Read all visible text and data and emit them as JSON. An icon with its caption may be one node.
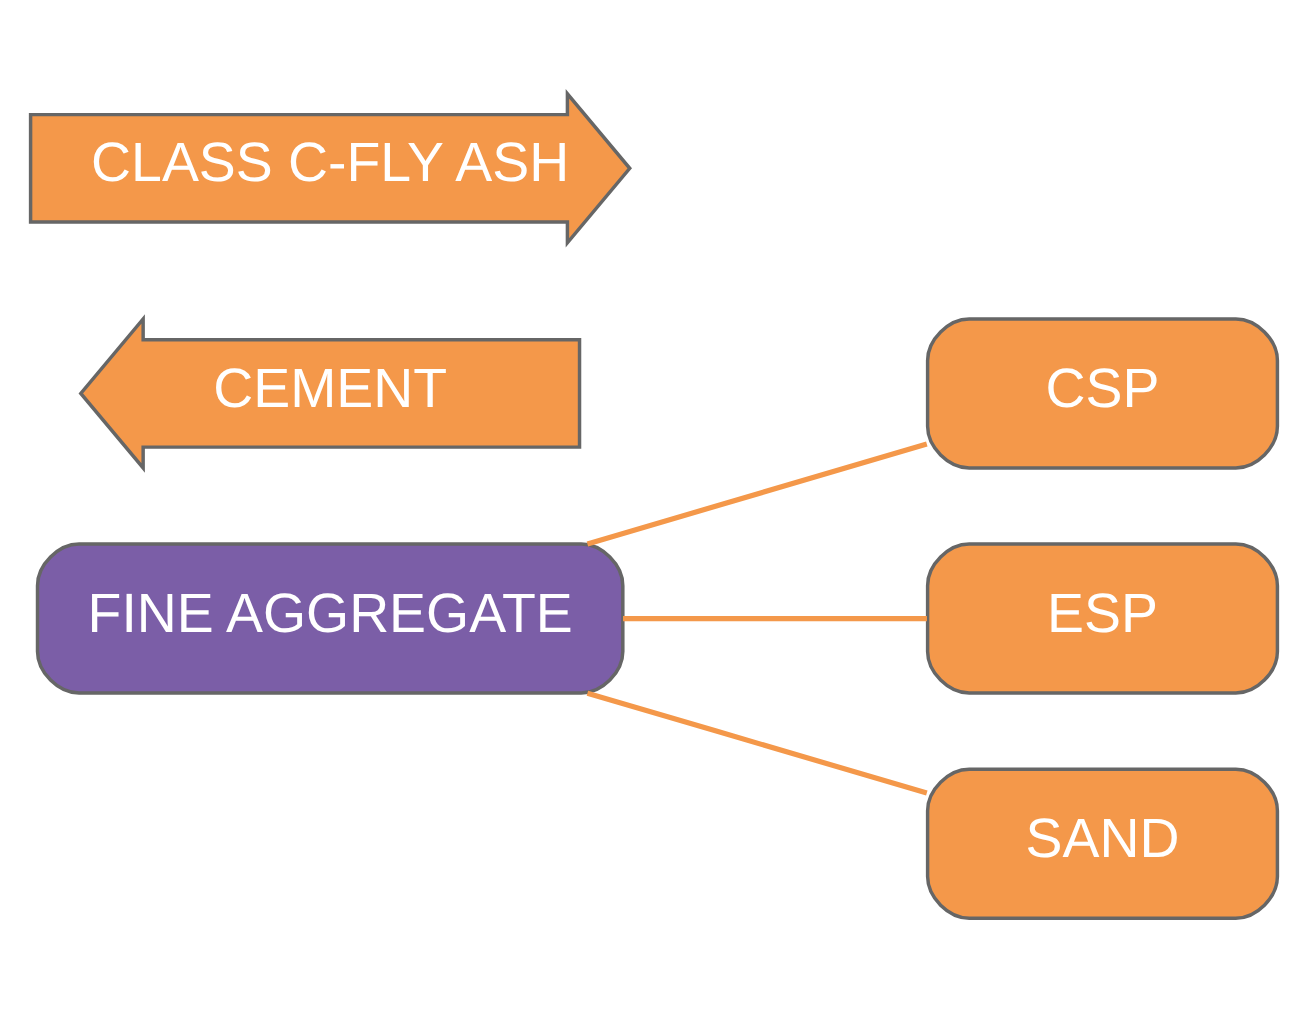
{
  "diagram": {
    "nodes": [
      {
        "text": [
          "FINE AGGREGATE"
        ]
      },
      {
        "text": [
          "CSP"
        ]
      },
      {
        "text": [
          "ESP"
        ]
      },
      {
        "text": [
          "SAND"
        ]
      },
      {
        "text": [
          "CEMENT"
        ]
      },
      {
        "text": [
          "CLASS C-FLY ASH"
        ]
      }
    ],
    "edges": [
      {
        "from": 0,
        "to": 1,
        "arrow": "none"
      },
      {
        "from": 0,
        "to": 2,
        "arrow": "none"
      },
      {
        "from": 0,
        "to": 3,
        "arrow": "none"
      }
    ]
  }
}
